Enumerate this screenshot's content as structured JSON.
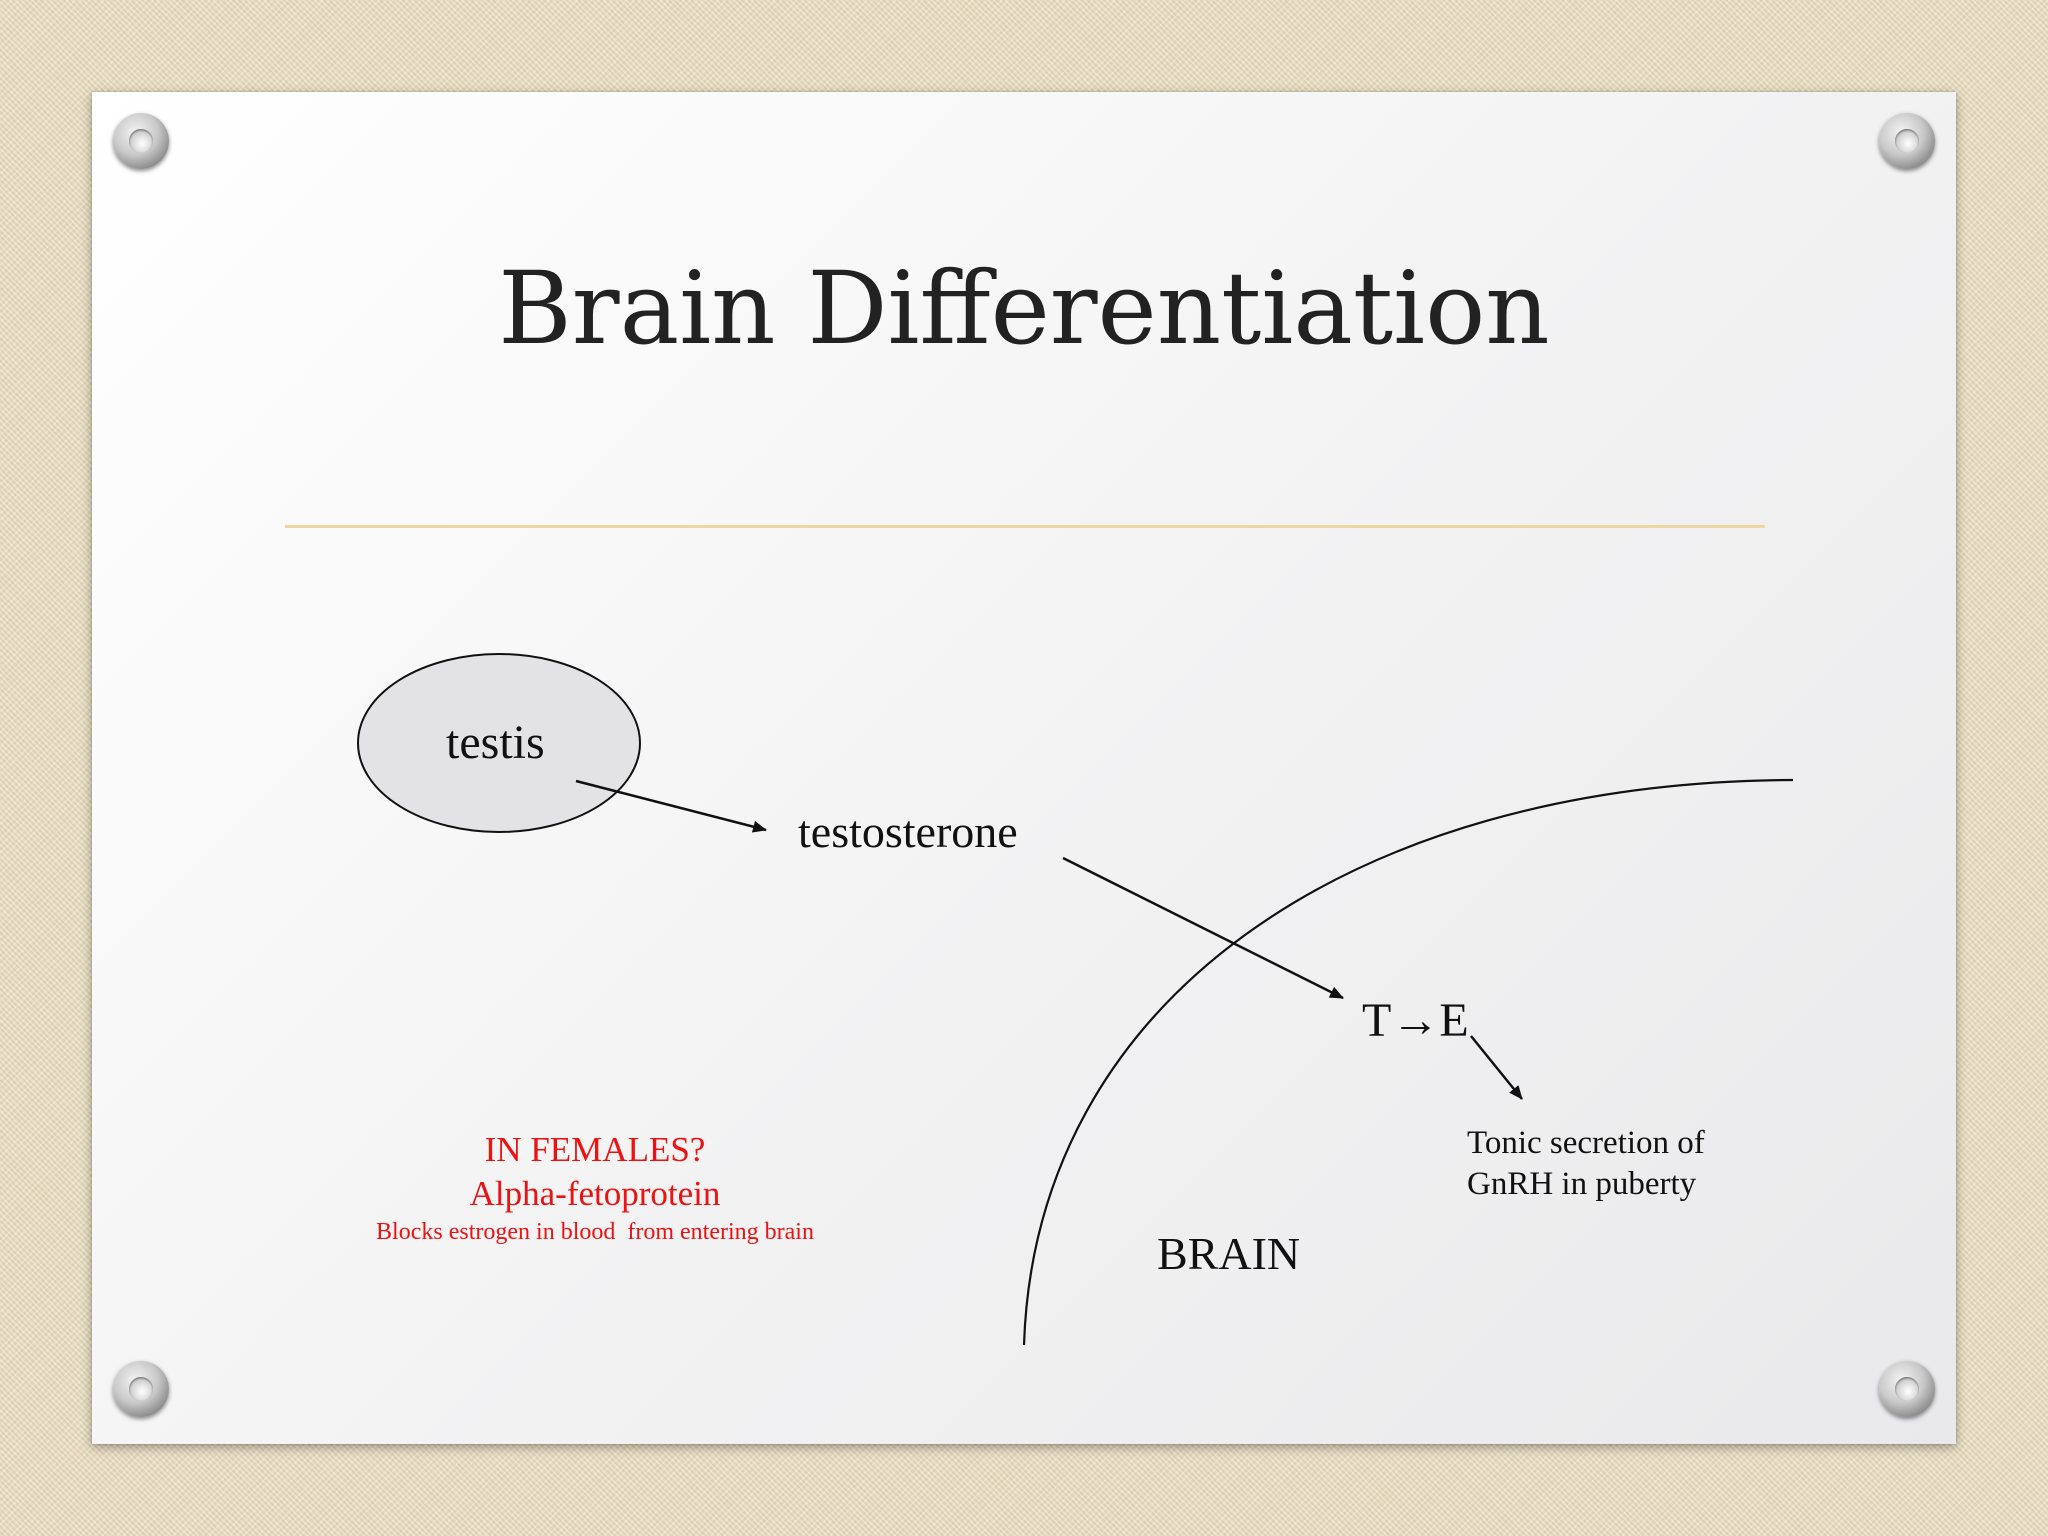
{
  "slide": {
    "title": "Brain Differentiation",
    "accent_rule_color": "#ecd7a4"
  },
  "diagram": {
    "nodes": {
      "testis": "testis",
      "testosterone": "testosterone",
      "conversion": "T→E",
      "brain": "BRAIN",
      "outcome_line1": "Tonic secretion of",
      "outcome_line2": "GnRH in puberty"
    },
    "edges": [
      {
        "from": "testis",
        "to": "testosterone"
      },
      {
        "from": "testosterone",
        "to": "conversion"
      },
      {
        "from": "conversion",
        "to": "outcome"
      }
    ],
    "female_note": {
      "heading": "IN FEMALES?",
      "subheading": "Alpha-fetoprotein",
      "detail": "Blocks estrogen in blood  from entering brain",
      "color": "#ee1111"
    }
  }
}
